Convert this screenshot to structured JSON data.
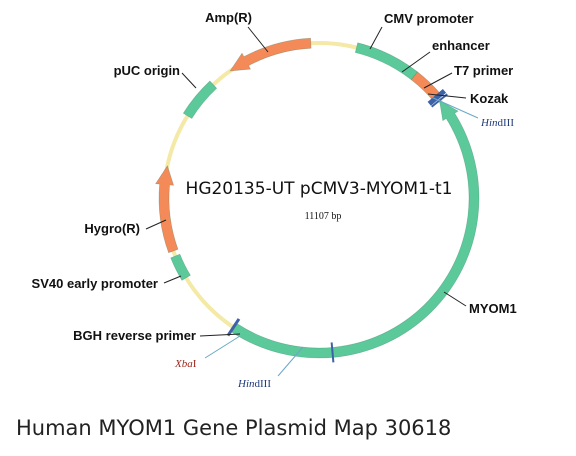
{
  "plasmid": {
    "name": "HG20135-UT pCMV3-MYOM1-t1",
    "length": "11107 bp",
    "colors": {
      "backbone": "#f4e9a6",
      "green": "#5cc99a",
      "orange": "#f48a58",
      "site_mark": "#3d62a8",
      "hindiii_label": "#1f3a7a",
      "xbai_label": "#a0281e",
      "leader": "#6aa8c7"
    }
  },
  "features": {
    "cmv": "CMV promoter",
    "enhancer": "enhancer",
    "t7": "T7 primer",
    "kozak": "Kozak",
    "myom1": "MYOM1",
    "bgh": "BGH reverse primer",
    "sv40": "SV40 early promoter",
    "hygro": "Hygro(R)",
    "puc": "pUC origin",
    "amp": "Amp(R)"
  },
  "sites": {
    "hindiii_1": {
      "prefix": "Hin",
      "suffix": "dIII"
    },
    "hindiii_2": {
      "prefix": "Hin",
      "suffix": "dIII"
    },
    "xbai": {
      "prefix": "Xba",
      "suffix": "I"
    }
  },
  "caption": "Human MYOM1 Gene Plasmid Map 30618"
}
